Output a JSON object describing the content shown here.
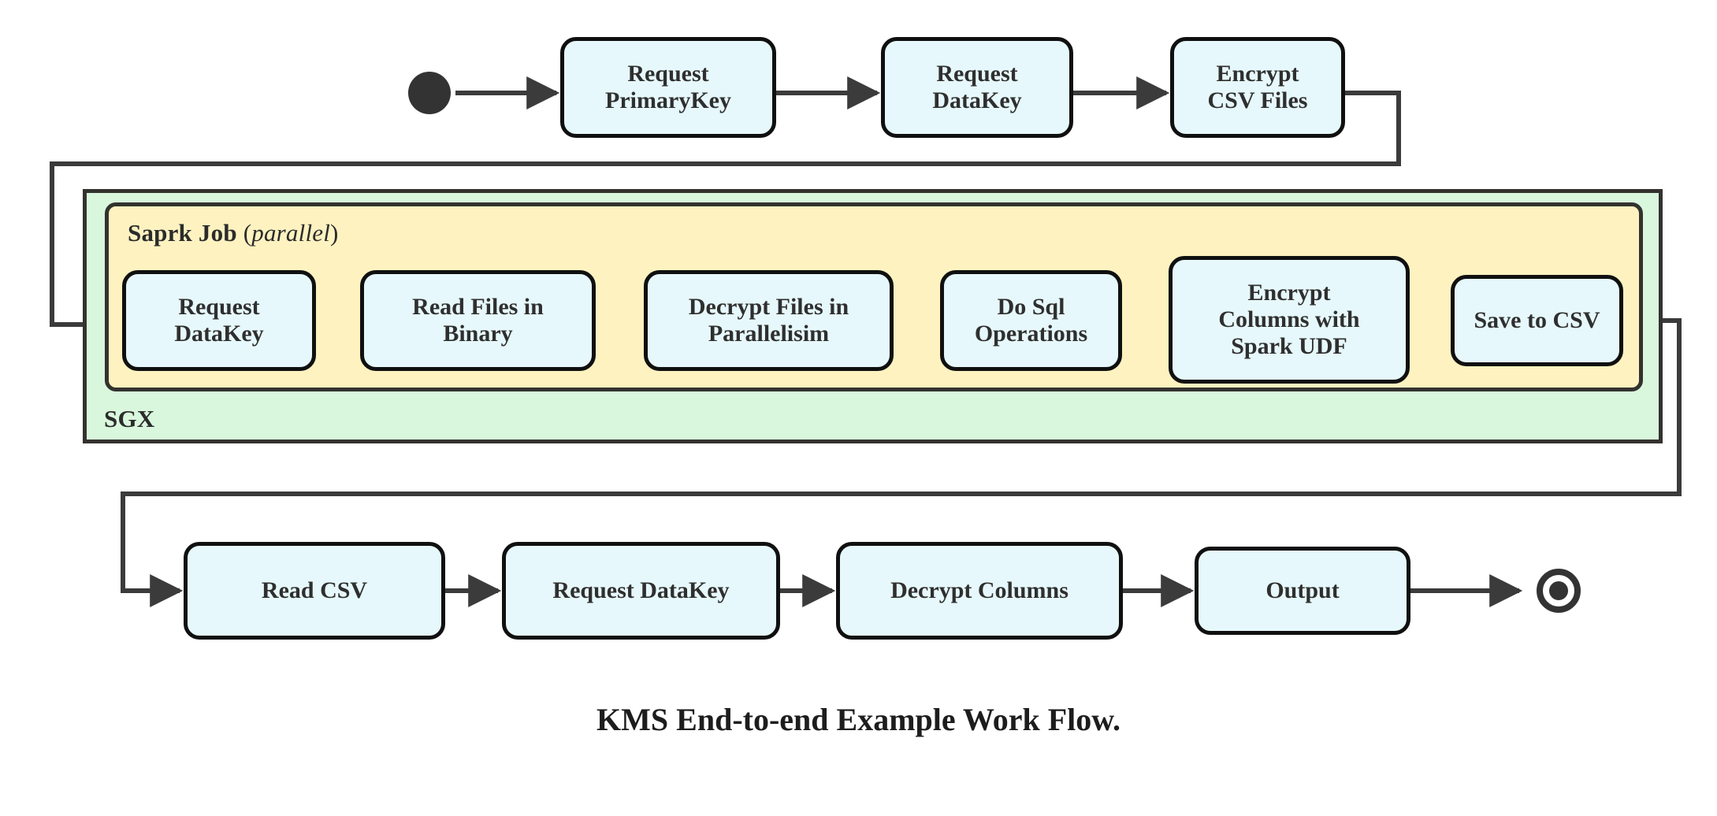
{
  "diagram": {
    "caption": "KMS End-to-end Example Work Flow.",
    "colors": {
      "node_fill": "#e6f8fb",
      "node_border": "#101010",
      "sgx_fill": "#d9f7dd",
      "spark_fill": "#fdf2c0",
      "container_border": "#33322f",
      "connector": "#3b3b3b",
      "marker": "#333333"
    },
    "markers": {
      "start": "initial-state-node",
      "end": "final-state-node"
    },
    "containers": [
      {
        "id": "sgx",
        "label": "SGX",
        "label_position": "bottom-left"
      },
      {
        "id": "spark",
        "label_bold": "Saprk Job",
        "label_paren_open": "(",
        "label_italic": "parallel",
        "label_paren_close": ")",
        "label_position": "top-left"
      }
    ],
    "rows": {
      "top": {
        "nodes": [
          {
            "id": "request-primarykey",
            "lines": [
              "Request",
              "PrimaryKey"
            ]
          },
          {
            "id": "request-datakey-top",
            "lines": [
              "Request",
              "DataKey"
            ]
          },
          {
            "id": "encrypt-csv-files",
            "lines": [
              "Encrypt",
              "CSV Files"
            ]
          }
        ]
      },
      "middle": {
        "nodes": [
          {
            "id": "request-datakey-spark",
            "lines": [
              "Request",
              "DataKey"
            ]
          },
          {
            "id": "read-files-in-binary",
            "lines": [
              "Read Files in",
              "Binary"
            ]
          },
          {
            "id": "decrypt-files-in-parallelisim",
            "lines": [
              "Decrypt Files in",
              "Parallelisim"
            ]
          },
          {
            "id": "do-sql-operations",
            "lines": [
              "Do Sql",
              "Operations"
            ]
          },
          {
            "id": "encrypt-columns-with-spark-udf",
            "lines": [
              "Encrypt",
              "Columns with",
              "Spark UDF"
            ]
          },
          {
            "id": "save-to-csv",
            "lines": [
              "Save to CSV"
            ]
          }
        ]
      },
      "bottom": {
        "nodes": [
          {
            "id": "read-csv",
            "lines": [
              "Read CSV"
            ]
          },
          {
            "id": "request-datakey-bottom",
            "lines": [
              "Request DataKey"
            ]
          },
          {
            "id": "decrypt-columns",
            "lines": [
              "Decrypt Columns"
            ]
          },
          {
            "id": "output",
            "lines": [
              "Output"
            ]
          }
        ]
      }
    }
  }
}
